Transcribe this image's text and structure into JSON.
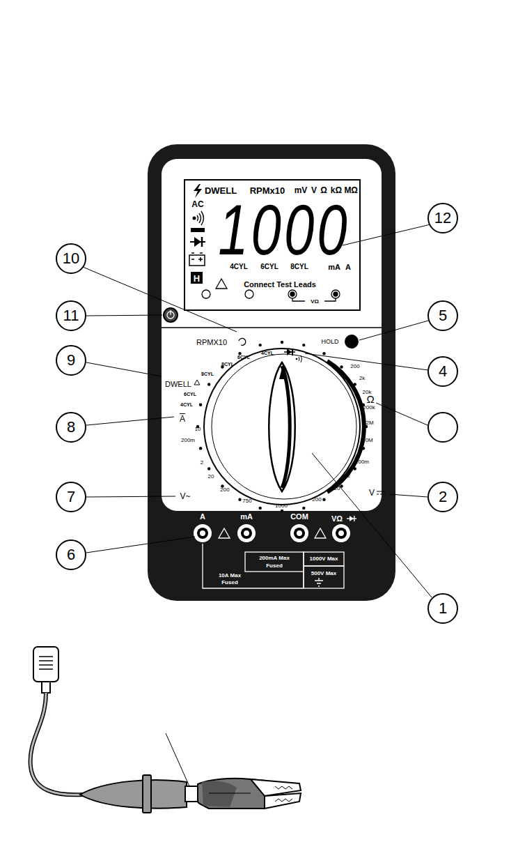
{
  "diagram": {
    "labels": [
      "DWELL",
      "RPMx10",
      "mV",
      "V",
      "Ω",
      "kΩ",
      "MΩ",
      "AC",
      "1000",
      "4CYL",
      "6CYL",
      "8CYL",
      "mA",
      "A",
      "H",
      "Connect Test Leads",
      "VΩ",
      "RPMX10",
      "HOLD",
      "4CYL",
      "6CYL",
      "8CYL",
      "8CYL",
      "DWELL",
      "6CYL",
      "4CYL",
      "A",
      "10",
      "200m",
      "2",
      "20",
      "200",
      "750",
      "1000",
      "V~",
      "200",
      "20",
      "2",
      "200m",
      "V",
      "Ω",
      "200",
      "2k",
      "20k",
      "200k",
      "2M",
      "20M",
      "A",
      "mA",
      "COM",
      "VΩ",
      "200mA Max",
      "Fused",
      "10A Max",
      "Fused",
      "1000V Max",
      "500V Max",
      "12",
      "10",
      "11",
      "5",
      "9",
      "4",
      "8",
      "7",
      "2",
      "6",
      "1"
    ]
  }
}
